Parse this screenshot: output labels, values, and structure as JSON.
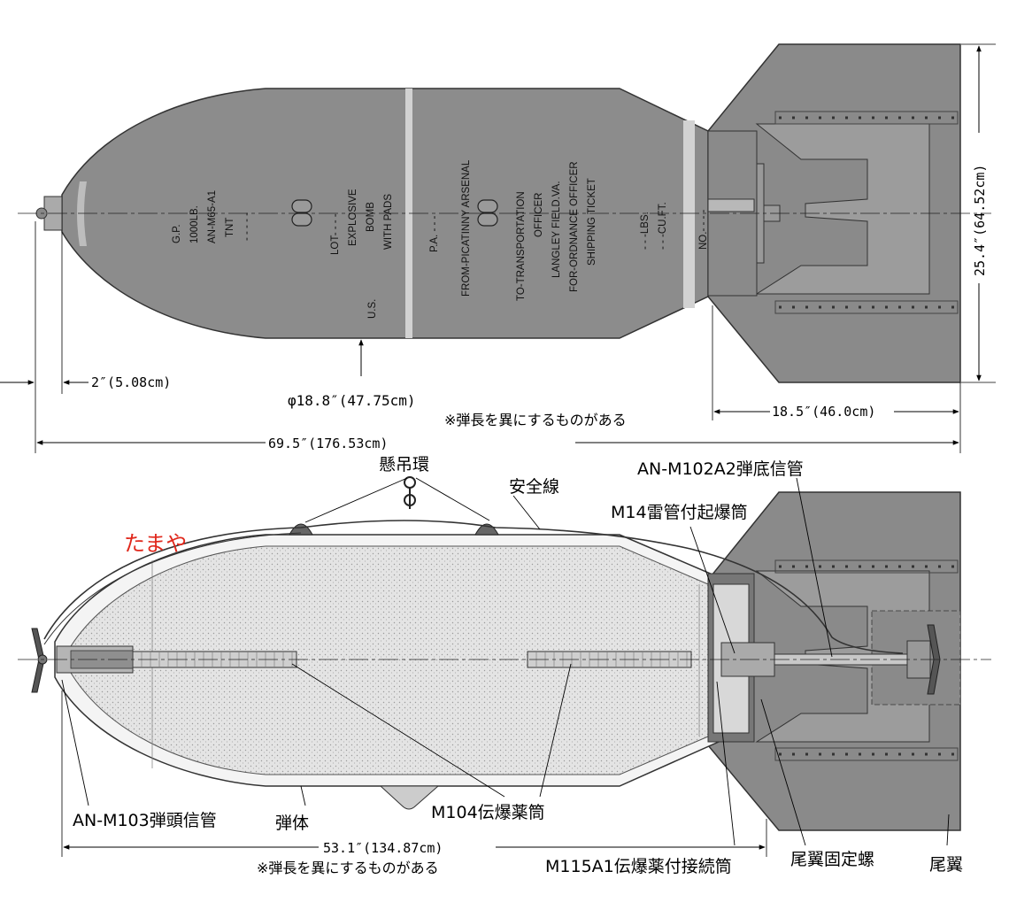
{
  "markings": {
    "gp": "G.P.",
    "weight": "1000LB.",
    "model": "AN-M65-A1",
    "filler": "TNT",
    "blank1": "- - - - -",
    "lot": "LOT- - - -",
    "explosive": "EXPLOSIVE",
    "bomb": "BOMB",
    "pads": "WITH PADS",
    "us": "U.S.",
    "pa": "P.A.   - - -",
    "arsenal": "FROM-PICATINNY ARSENAL",
    "to_transport": "TO-TRANSPORTATION",
    "officer": "OFFICER",
    "langley": "LANGLEY FIELD.VA.",
    "ordnance": "FOR-ORDNANCE OFFICER",
    "ticket": "SHIPPING TICKET",
    "lbs": "- - -LBS.",
    "cuft": "- - -CU.FT.",
    "no": "NO.- - - -"
  },
  "dimensions": {
    "nose_len": "2″(5.08cm)",
    "diameter": "φ18.8″(47.75cm)",
    "tail_len": "18.5″(46.0cm)",
    "total_len": "69.5″(176.53cm)",
    "span": "25.4″(64.52cm)",
    "body_len": "53.1″(134.87cm)",
    "note_top": "※弾長を異にするものがある",
    "note_bottom": "※弾長を異にするものがある"
  },
  "labels": {
    "suspension_lug": "懸吊環",
    "arming_wire": "安全線",
    "tail_fuze": "AN-M102A2弾底信管",
    "detonator": "M14雷管付起爆筒",
    "nose_fuze": "AN-M103弾頭信管",
    "case": "弾体",
    "booster": "M104伝爆薬筒",
    "adapter": "M115A1伝爆薬付接続筒",
    "fin_lock": "尾翼固定螺",
    "fin": "尾翼"
  },
  "signature": "たまや",
  "colors": {
    "case_gray": "#8c8c8c",
    "band": "#d2d2d2",
    "filler_dots": "#dcdcdc",
    "signature_red": "#e0281c"
  }
}
